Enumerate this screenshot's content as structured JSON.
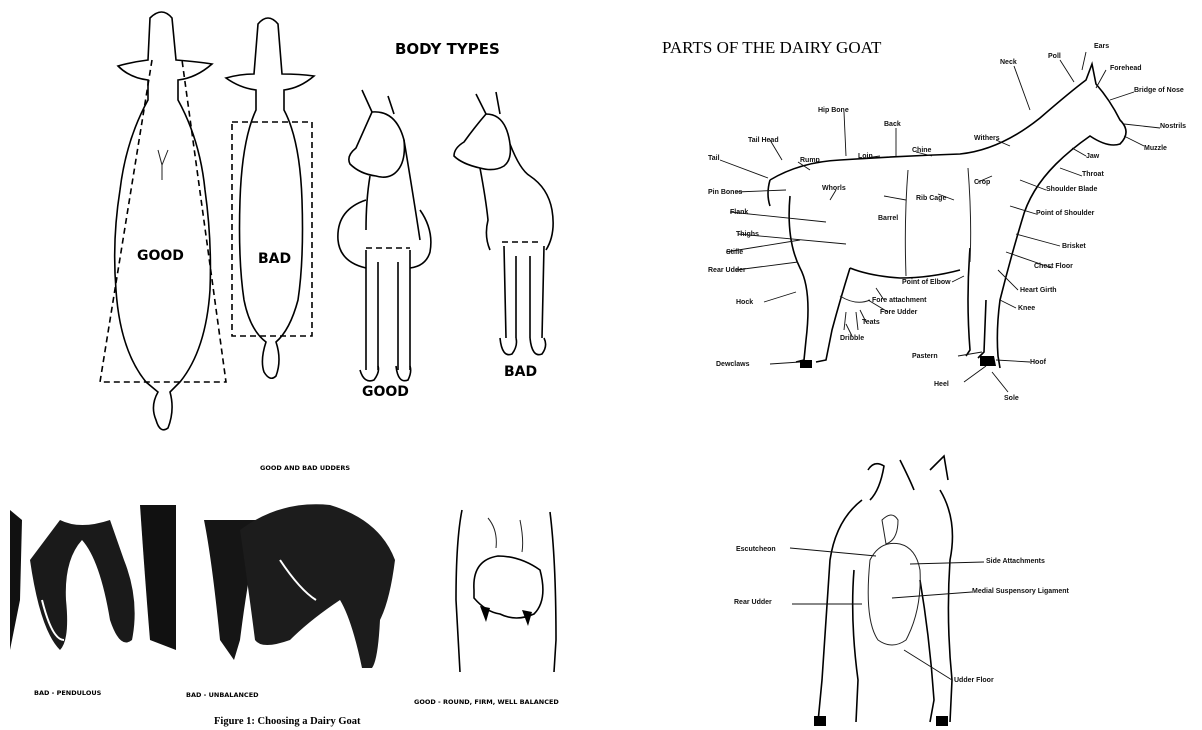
{
  "left_figure": {
    "title": "BODY TYPES",
    "top_view_good": "GOOD",
    "top_view_bad": "BAD",
    "front_view_good": "GOOD",
    "front_view_bad": "BAD",
    "udders_title": "GOOD AND BAD UDDERS",
    "udder_captions": [
      "BAD - PENDULOUS",
      "BAD - UNBALANCED",
      "GOOD - ROUND, FIRM, WELL BALANCED"
    ],
    "caption": "Figure 1: Choosing a Dairy Goat"
  },
  "right_figure": {
    "title": "PARTS OF THE DAIRY GOAT",
    "side_labels": [
      "Ears",
      "Poll",
      "Neck",
      "Forehead",
      "Bridge of Nose",
      "Nostrils",
      "Muzzle",
      "Jaw",
      "Throat",
      "Shoulder Blade",
      "Point of Shoulder",
      "Brisket",
      "Chest Floor",
      "Heart Girth",
      "Knee",
      "Hoof",
      "Sole",
      "Heel",
      "Pastern",
      "Withers",
      "Hip Bone",
      "Back",
      "Loin",
      "Chine",
      "Rump",
      "Tail Head",
      "Tail",
      "Pin Bones",
      "Flank",
      "Thighs",
      "Stifle",
      "Rear Udder",
      "Hock",
      "Dewclaws",
      "Barrel",
      "Rib Cage",
      "Crop",
      "Point of Elbow",
      "Fore attachment",
      "Fore Udder",
      "Teats",
      "Dribble",
      "Whorls"
    ],
    "rear_labels": [
      "Escutcheon",
      "Side Attachments",
      "Medial Suspensory Ligament",
      "Rear Udder",
      "Udder Floor"
    ]
  }
}
